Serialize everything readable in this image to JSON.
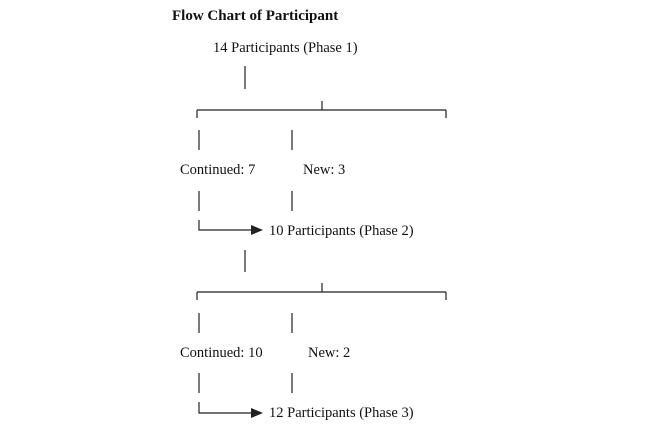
{
  "title": "Flow Chart of Participant",
  "phase1": {
    "label": "14 Participants (Phase 1)"
  },
  "group1": {
    "continued_label": "Continued: 7",
    "new_label": "New: 3"
  },
  "phase2": {
    "label": "10 Participants (Phase 2)"
  },
  "group2": {
    "continued_label": "Continued: 10",
    "new_label": "New: 2"
  },
  "phase3": {
    "label": "12 Participants (Phase 3)"
  },
  "colors": {
    "line": "#222222",
    "text": "#111111"
  }
}
